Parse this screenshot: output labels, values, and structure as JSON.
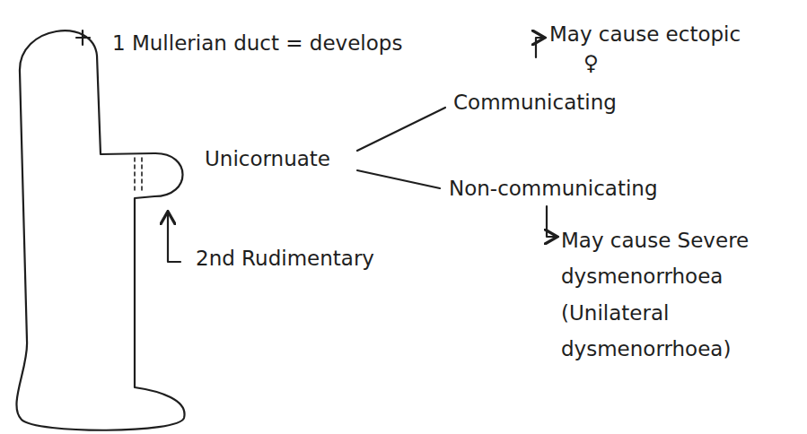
{
  "diagram": {
    "labels": [
      "1 Mullerian duct = develops",
      "May cause ectopic",
      "♀",
      "Unicornuate",
      "Communicating",
      "Non-communicating",
      "May cause Severe dysmenorrhoea (Unilateral dysmenorrhoea)",
      "2nd Rudimentary"
    ]
  }
}
